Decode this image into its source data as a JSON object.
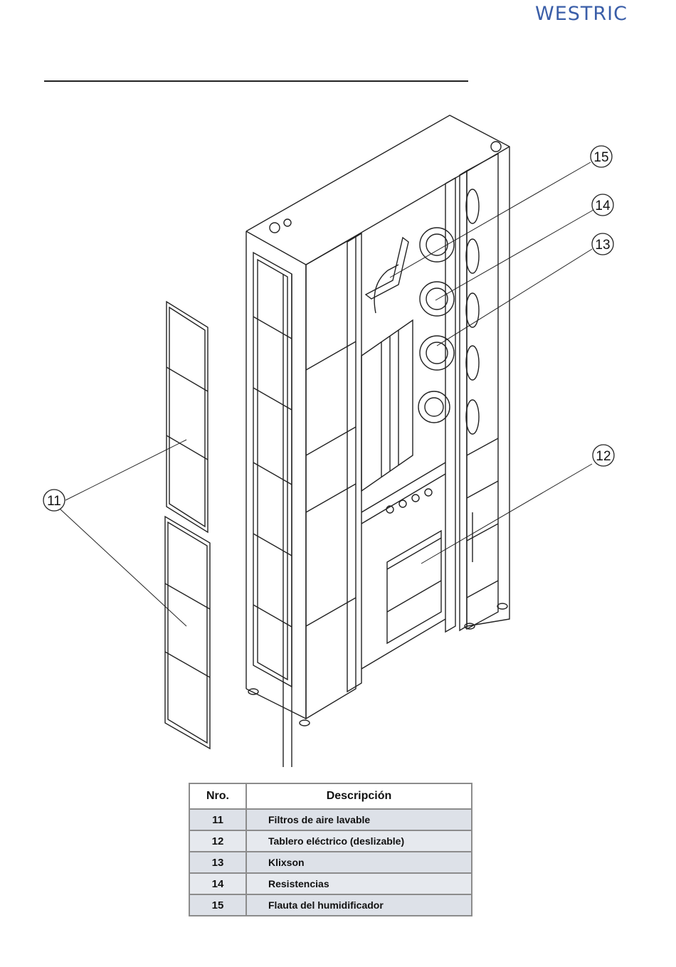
{
  "brand": {
    "logo": "WESTRIC"
  },
  "callouts": [
    "11",
    "12",
    "13",
    "14",
    "15"
  ],
  "table": {
    "headers": {
      "number": "Nro.",
      "description": "Descripción"
    },
    "rows": [
      {
        "number": "11",
        "description": "Filtros de aire lavable"
      },
      {
        "number": "12",
        "description": "Tablero eléctrico (deslizable)"
      },
      {
        "number": "13",
        "description": "Klixson"
      },
      {
        "number": "14",
        "description": "Resistencias"
      },
      {
        "number": "15",
        "description": "Flauta del humidificador"
      }
    ]
  },
  "colors": {
    "brand": "#3a5ea8",
    "table_row": "#dde1e8",
    "table_border": "#8c8c8c"
  }
}
